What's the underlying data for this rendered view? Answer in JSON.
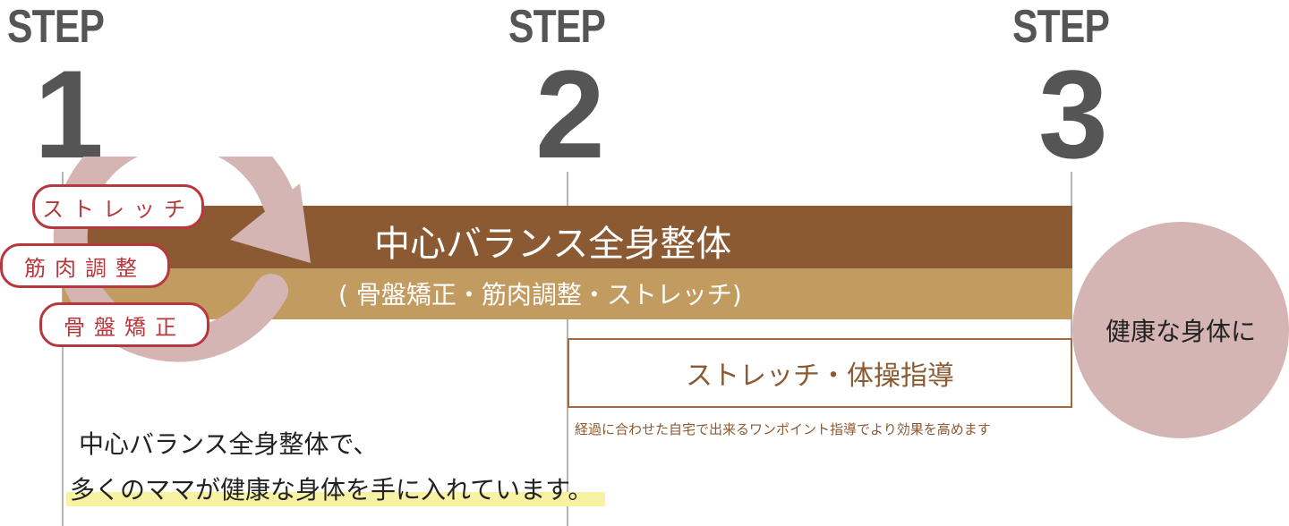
{
  "steps": [
    {
      "label": "STEP",
      "number": "1"
    },
    {
      "label": "STEP",
      "number": "2"
    },
    {
      "label": "STEP",
      "number": "3"
    }
  ],
  "main_bar": {
    "title": "中心バランス全身整体",
    "subtitle": "( 骨盤矯正・筋肉調整・ストレッチ)"
  },
  "cycle_labels": [
    "ストレッチ",
    "筋肉調整",
    "骨盤矯正"
  ],
  "step2_box": {
    "title": "ストレッチ・体操指導",
    "note": "経過に合わせた自宅で出来るワンポイント指導でより効果を高めます"
  },
  "goal": "健康な身体に",
  "message": {
    "line1": "中心バランス全身整体で、",
    "line2": "多くのママが健康な身体を手に入れています。"
  },
  "colors": {
    "dark_bar": "#8b5a33",
    "light_bar": "#c19b60",
    "cycle_arrow": "#d5b5b3",
    "pill_border": "#b8373d",
    "goal_circle": "#d5b5b3",
    "highlight": "#f7f3a3"
  }
}
